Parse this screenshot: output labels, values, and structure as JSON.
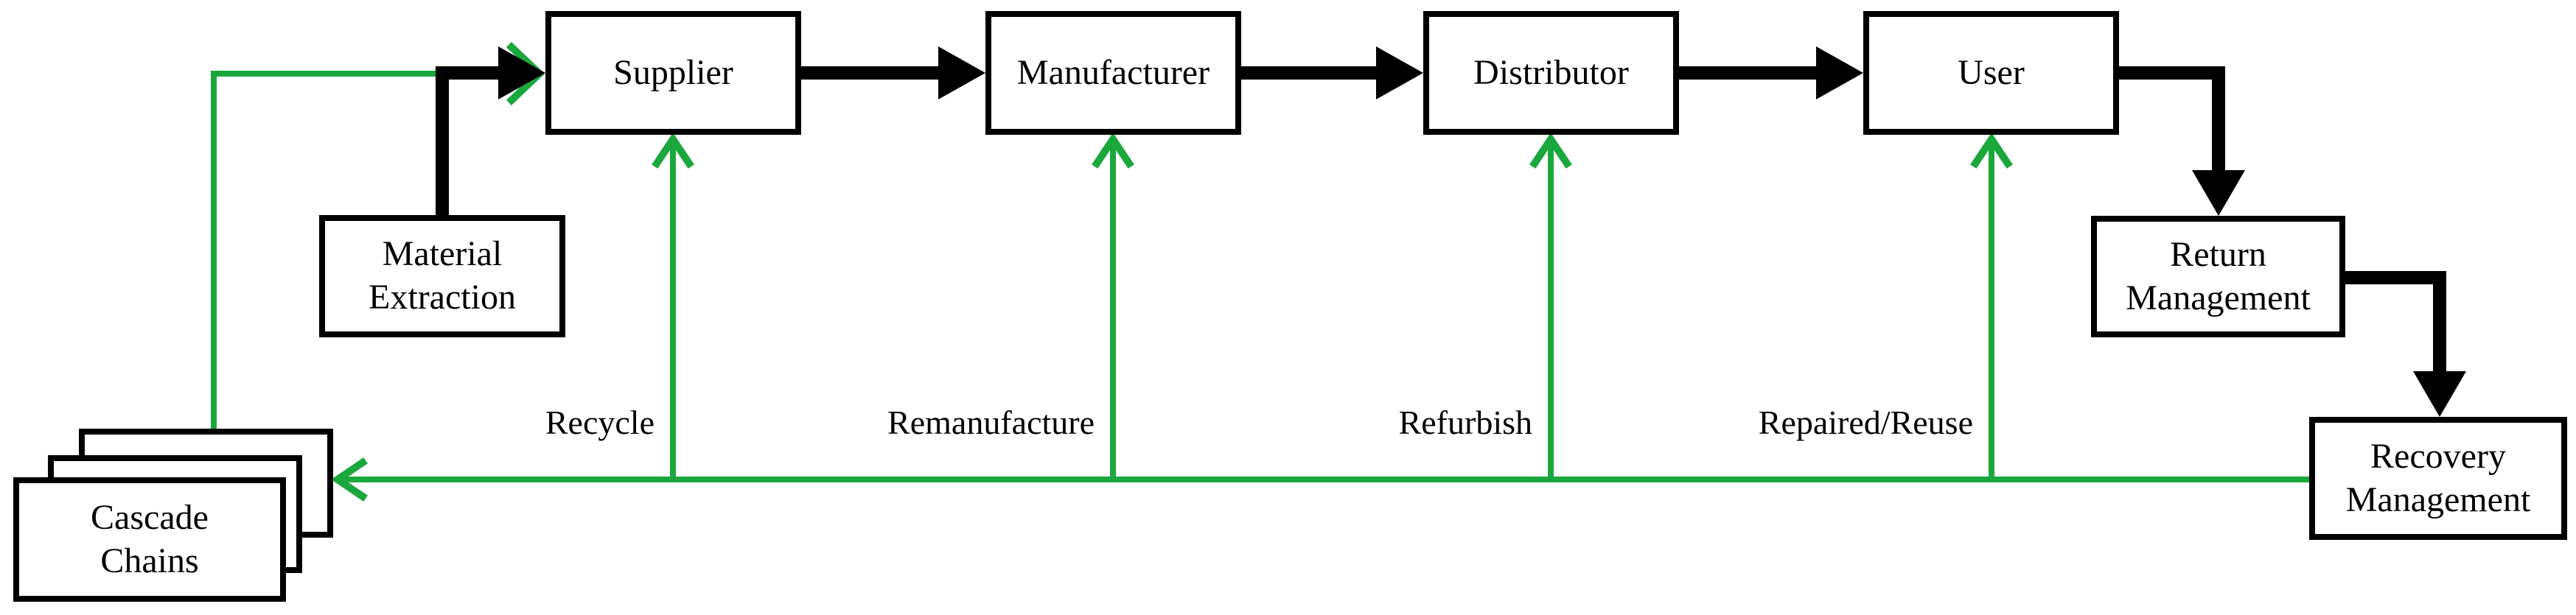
{
  "diagram": {
    "colors": {
      "arrow_black": "#000000",
      "arrow_green": "#1AA83C",
      "background": "#FFFFFF"
    },
    "nodes": {
      "supplier": {
        "label": "Supplier"
      },
      "manufacturer": {
        "label": "Manufacturer"
      },
      "distributor": {
        "label": "Distributor"
      },
      "user": {
        "label": "User"
      },
      "material_extraction": {
        "line1": "Material",
        "line2": "Extraction"
      },
      "return_management": {
        "line1": "Return",
        "line2": "Management"
      },
      "recovery_management": {
        "line1": "Recovery",
        "line2": "Management"
      },
      "cascade_chains": {
        "line1": "Cascade",
        "line2": "Chains"
      }
    },
    "flow_labels": {
      "recycle": "Recycle",
      "remanufacture": "Remanufacture",
      "refurbish": "Refurbish",
      "repaired_reuse": "Repaired/Reuse"
    }
  }
}
